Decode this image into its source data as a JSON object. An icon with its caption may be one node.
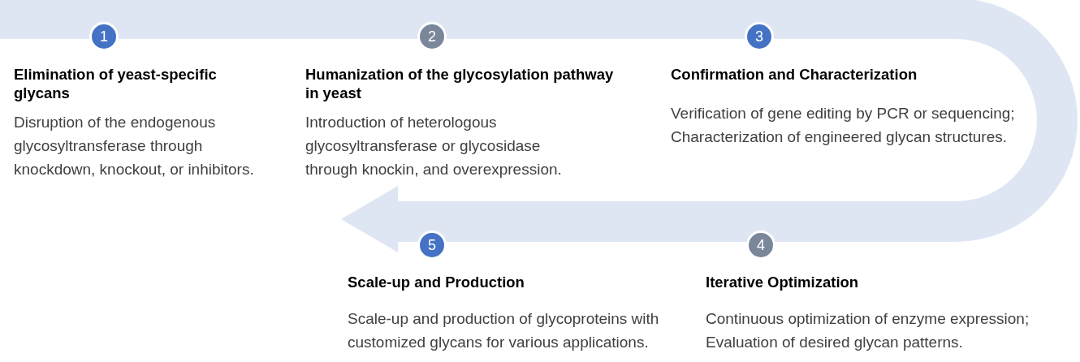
{
  "diagram": {
    "nodes": [
      {
        "text": [
          "1"
        ],
        "beside": [
          "Elimination of yeast-specific glycans",
          "Disruption of the endogenous glycosyltransferase through knockdown, knockout, or inhibitors."
        ]
      },
      {
        "text": [
          "2"
        ],
        "beside": [
          "Humanization of the glycosylation pathway in yeast",
          "Introduction of heterologous glycosyltransferase or glycosidase through knockin, and overexpression."
        ]
      },
      {
        "text": [
          "3"
        ],
        "beside": [
          "Confirmation and Characterization",
          "Verification of gene editing by PCR or sequencing; Characterization of engineered glycan structures."
        ]
      },
      {
        "text": [
          "4"
        ],
        "beside": [
          "Iterative Optimization",
          "Continuous optimization of enzyme expression; Evaluation of desired glycan patterns."
        ]
      },
      {
        "text": [
          "5"
        ],
        "beside": [
          "Scale-up and Production",
          "Scale-up and production of glycoproteins with customized glycans for various applications."
        ]
      }
    ]
  }
}
